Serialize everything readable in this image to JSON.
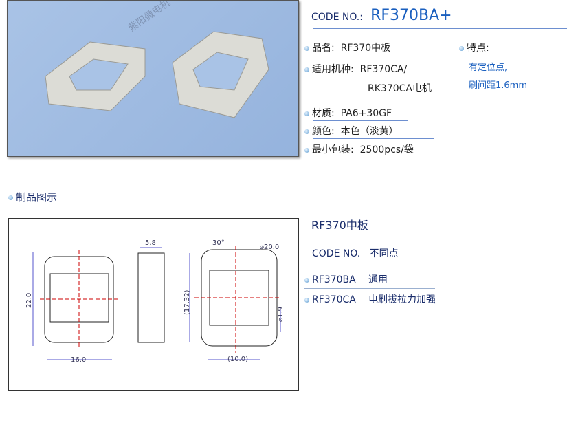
{
  "watermark": "紫阳微电机",
  "header": {
    "code_label": "CODE NO.:",
    "code_value": "RF370BA+"
  },
  "specs": [
    {
      "label": "品名:",
      "value": "RF370中板"
    },
    {
      "label": "适用机种:",
      "value": "RF370CA/",
      "value2": "RK370CA电机"
    },
    {
      "label": "材质:",
      "value": "PA6+30GF"
    },
    {
      "label": "颜色:",
      "value": "本色（淡黄）"
    },
    {
      "label": "最小包装:",
      "value": "2500pcs/袋"
    }
  ],
  "features": {
    "label": "特点:",
    "lines": [
      "有定位点,",
      "刷间距1.6mm"
    ]
  },
  "section_title": "制品图示",
  "drawing": {
    "dims": [
      "5.8",
      "30°",
      "⌀20.0",
      "22.0",
      "(17.32)",
      "⌀1.9",
      "16.0",
      "(10.0)"
    ]
  },
  "compare": {
    "title": "RF370中板",
    "header_code": "CODE NO.",
    "header_diff": "不同点",
    "rows": [
      {
        "code": "RF370BA",
        "diff": "通用"
      },
      {
        "code": "RF370CA",
        "diff": "电刷拔拉力加强"
      }
    ]
  },
  "colors": {
    "accent": "#1a5fbf",
    "navy": "#1a2d6b"
  }
}
